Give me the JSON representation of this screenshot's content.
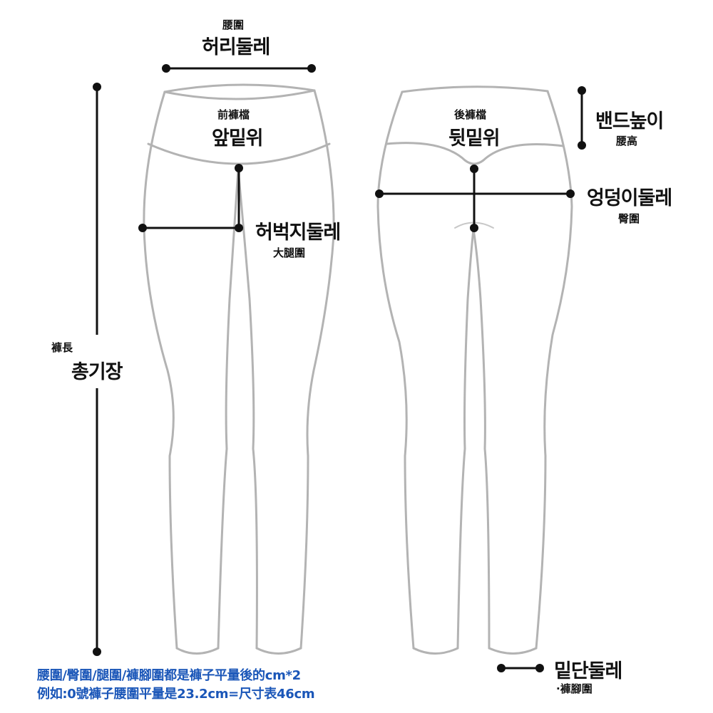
{
  "labels": {
    "waist": {
      "cn": "腰圍",
      "ko": "허리둘레"
    },
    "front_rise": {
      "cn": "前褲檔",
      "ko": "앞밑위"
    },
    "back_rise": {
      "cn": "後褲檔",
      "ko": "뒷밑위"
    },
    "band_height": {
      "ko": "밴드높이",
      "cn": "腰高"
    },
    "hip": {
      "ko": "엉덩이둘레",
      "cn": "臀圍"
    },
    "thigh": {
      "ko": "허벅지둘레",
      "cn": "大腿圍"
    },
    "length": {
      "cn": "褲長",
      "ko": "총기장"
    },
    "hem": {
      "ko": "밑단둘레",
      "cn": "·褲腳圍"
    }
  },
  "notes": {
    "line1": "腰圍/臀圍/腿圍/褲腳圍都是褲子平量後的cm*2",
    "line2": "例如:0號褲子腰圍平量是23.2cm=尺寸表46cm"
  },
  "colors": {
    "outline": "#b3b3b3",
    "measure_line": "#111111",
    "note_text": "#1a56b8"
  }
}
